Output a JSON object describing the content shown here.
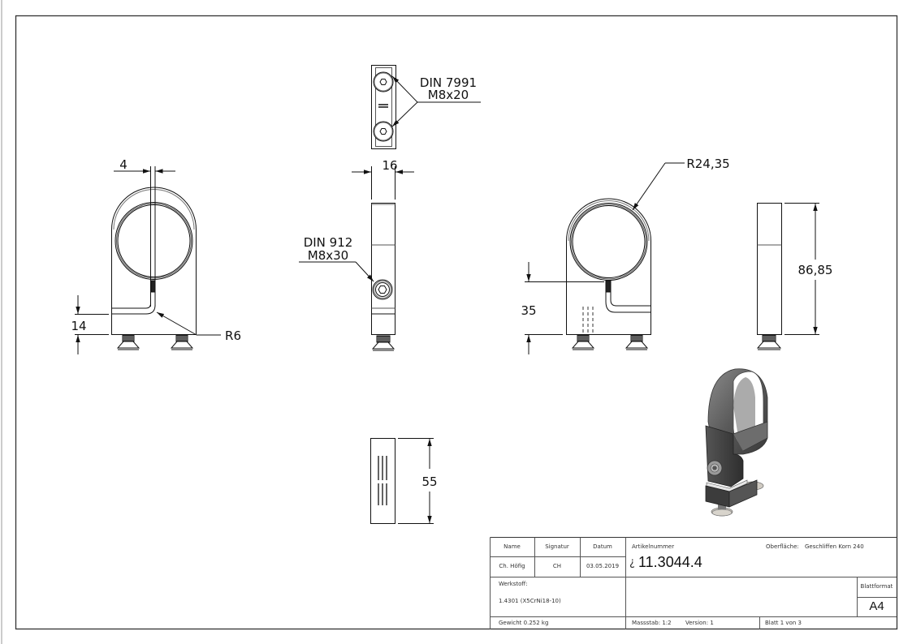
{
  "drawing": {
    "views": {
      "top_view": {
        "callout_line1": "DIN 7991",
        "callout_line2": "M8x20"
      },
      "side_view": {
        "width_dim": "16",
        "callout_line1": "DIN 912",
        "callout_line2": "M8x30"
      },
      "front_view": {
        "slot_width_dim": "4",
        "base_height_dim": "14",
        "bend_radius_dim": "R6"
      },
      "back_view": {
        "radius_dim": "R24,35",
        "height_dim": "35"
      },
      "right_side_view": {
        "total_height_dim": "86,85"
      },
      "bottom_view": {
        "length_dim": "55"
      },
      "isometric_view": {
        "description": "3D render of pipe clamp"
      }
    }
  },
  "title_block": {
    "headers": {
      "name": "Name",
      "signature": "Signatur",
      "date": "Datum"
    },
    "values": {
      "name": "Ch. Höfig",
      "signature": "CH",
      "date": "03.05.2019"
    },
    "article_label": "Artikelnummer",
    "article_prefix": "¿",
    "article_number": "11.3044.4",
    "surface_label": "Oberfläche:",
    "surface_value": "Geschliffen Korn 240",
    "material_label": "Werkstoff:",
    "material_value": "1.4301 (X5CrNi18-10)",
    "format_label": "Blattformat",
    "format_value": "A4",
    "weight": "Gewicht 0.252 kg",
    "scale": "Massstab: 1:2",
    "version": "Version: 1",
    "sheet": "Blatt 1 von 3"
  }
}
